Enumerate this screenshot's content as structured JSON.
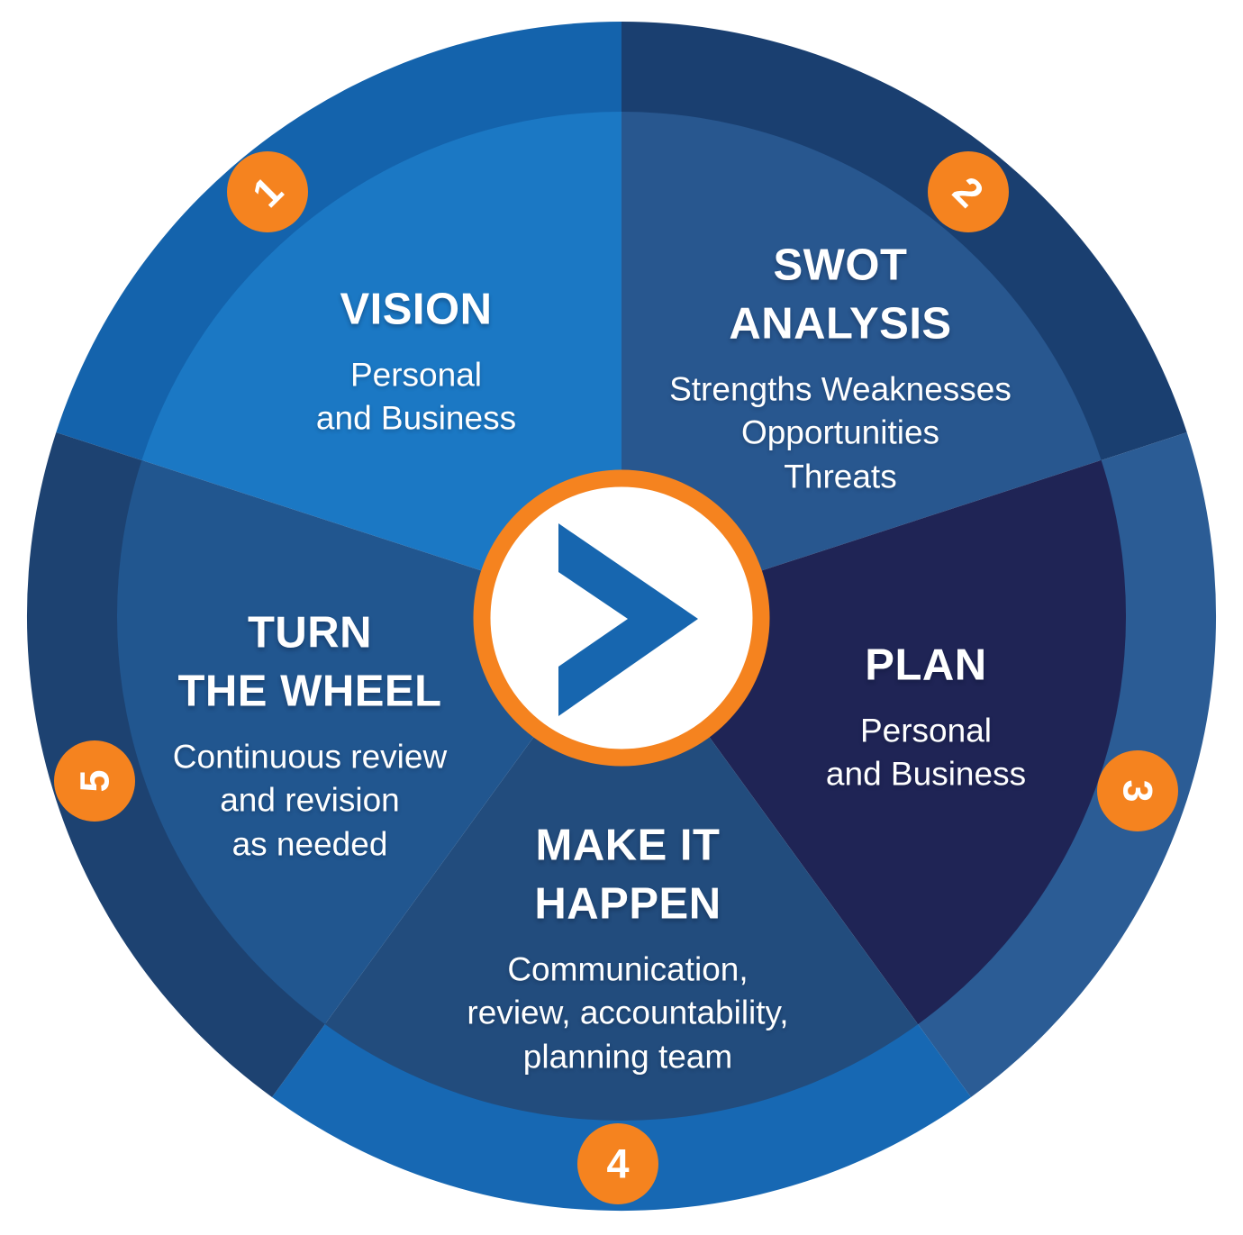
{
  "diagram": {
    "title_hidden": "",
    "badge_color": "#F5831F",
    "badge_text_color": "#FFFFFF",
    "center": {
      "icon": "chevron-right-icon",
      "fill": "#FFFFFF",
      "ring_color": "#F5831F",
      "chevron_color": "#1766AF"
    },
    "segments": [
      {
        "number": "1",
        "title": "VISION",
        "subtitle": "Personal\nand Business",
        "inner_color": "#1B78C4",
        "outer_color": "#1463AC"
      },
      {
        "number": "2",
        "title": "SWOT\nANALYSIS",
        "subtitle": "Strengths Weaknesses\nOpportunities\nThreats",
        "inner_color": "#28578F",
        "outer_color": "#1A3F70"
      },
      {
        "number": "3",
        "title": "PLAN",
        "subtitle": "Personal\nand Business",
        "inner_color": "#1F2455",
        "outer_color": "#2B5C95"
      },
      {
        "number": "4",
        "title": "MAKE IT\nHAPPEN",
        "subtitle": "Communication,\nreview, accountability,\nplanning team",
        "inner_color": "#224C7D",
        "outer_color": "#1768B3"
      },
      {
        "number": "5",
        "title": "TURN\nTHE WHEEL",
        "subtitle": "Continuous review\nand revision\nas needed",
        "inner_color": "#21568F",
        "outer_color": "#1D4271"
      }
    ]
  }
}
